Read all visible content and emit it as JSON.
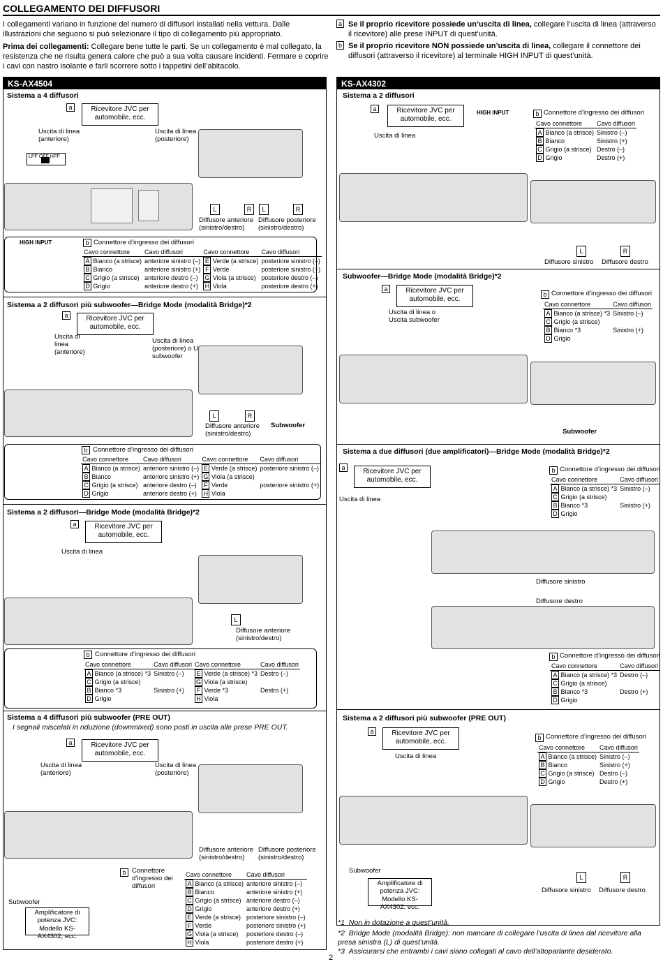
{
  "title": "COLLEGAMENTO DEI DIFFUSORI",
  "intro": {
    "p1": "I collegamenti variano in funzione del numero di diffusori installati nella vettura. Dalle illustrazioni che seguono si può selezionare il tipo di collegamento più appropriato.",
    "p2_bold": "Prima dei collegamenti:",
    "p2": " Collegare bene tutte le parti. Se un collegamento è mal collegato, la resistenza che ne risulta genera calore che può a sua volta causare incidenti. Fermare e coprire i cavi con nastro isolante e farli scorrere sotto i tappetini dell’abitacolo.",
    "a_bold": "Se il proprio ricevitore possiede un’uscita di linea,",
    "a": " collegare l’uscita di linea (attraverso il ricevitore) alle prese INPUT di quest’unità.",
    "b_bold": "Se il proprio ricevitore NON possiede un’uscita di linea,",
    "b": " collegare il connettore dei diffusori (attraverso il ricevitore) al terminale HIGH INPUT di quest’unità."
  },
  "left_panel": "KS-AX4504",
  "right_panel": "KS-AX4302",
  "common": {
    "receiver": "Ricevitore JVC per automobile, ecc.",
    "line_out": "Uscita di linea",
    "line_out_front": "Uscita di linea (anteriore)",
    "line_out_rear": "Uscita di linea (posteriore)",
    "line_out_rear_or_sub": "Uscita di linea (posteriore) o Uscita subwoofer",
    "line_out_or_sub": "Uscita di linea o Uscita subwoofer",
    "connector_title": "Connettore d’ingresso dei diffusori",
    "connector_title_split": "Connettore d’ingresso dei diffusori",
    "cavo_connettore": "Cavo connettore",
    "cavo_diffusori": "Cavo diffusori",
    "front_speaker": "Diffusore anteriore (sinistro/destro)",
    "rear_speaker": "Diffusore posteriore (sinistro/destro)",
    "subwoofer": "Subwoofer",
    "left_speaker": "Diffusore sinistro",
    "right_speaker": "Diffusore destro",
    "amp_model": "Amplificatore di potenza JVC: Modello KS-AX4302, ecc.",
    "high_input": "HIGH INPUT",
    "lpf_off_hpf": "LPF OFF HPF",
    "star1": "*1",
    "star3": "*3",
    "letter_a": "a",
    "letter_b": "b",
    "L": "L",
    "R": "R"
  },
  "wires4": {
    "left": [
      {
        "k": "A",
        "c": "Bianco (a strisce)",
        "d": "anteriore sinistro (–)"
      },
      {
        "k": "B",
        "c": "Bianco",
        "d": "anteriore sinistro (+)"
      },
      {
        "k": "C",
        "c": "Grigio (a strisce)",
        "d": "anteriore destro (–)"
      },
      {
        "k": "D",
        "c": "Grigio",
        "d": "anteriore destro (+)"
      }
    ],
    "right": [
      {
        "k": "E",
        "c": "Verde (a strisce)",
        "d": "posteriore sinistro (–)"
      },
      {
        "k": "F",
        "c": "Verde",
        "d": "posteriore sinistro (+)"
      },
      {
        "k": "G",
        "c": "Viola (a strisce)",
        "d": "posteriore destro (–)"
      },
      {
        "k": "H",
        "c": "Viola",
        "d": "posteriore destro (+)"
      }
    ]
  },
  "wires2": [
    {
      "k": "A",
      "c": "Bianco (a strisce)",
      "d": "Sinistro (–)"
    },
    {
      "k": "B",
      "c": "Bianco",
      "d": "Sinistro (+)"
    },
    {
      "k": "C",
      "c": "Grigio (a strisce)",
      "d": "Destro (–)"
    },
    {
      "k": "D",
      "c": "Grigio",
      "d": "Destro (+)"
    }
  ],
  "left_sections": {
    "s1": "Sistema a 4 diffusori",
    "s2": "Sistema a 2 diffusori più subwoofer—Bridge Mode (modalità Bridge)*2",
    "s3": "Sistema a 2 diffusori—Bridge Mode (modalità Bridge)*2",
    "s4": "Sistema a 4 diffusori più subwoofer (PRE OUT)",
    "s4_note": "I segnali miscelati in riduzione (downmixed) sono posti in uscita alle prese PRE OUT."
  },
  "right_sections": {
    "s1": "Sistema a 2 diffusori",
    "s2": "Subwoofer—Bridge Mode (modalità Bridge)*2",
    "s3": "Sistema a due diffusori (due amplificatori)—Bridge Mode (modalità Bridge)*2",
    "s4": "Sistema a 2 diffusori più subwoofer (PRE OUT)"
  },
  "bridge_rows": {
    "ac": "Bianco (a strisce)",
    "c": "Grigio (a strisce)",
    "b": "Bianco",
    "d": "Grigio",
    "minus_left": "Sinistro (–)",
    "plus_left": "Sinistro (+)",
    "e": "Verde (a strisce)",
    "g": "Viola (a strisce)",
    "f": "Verde",
    "h": "Viola",
    "destro_minus": "Destro (–)",
    "destro_plus": "Destro (+)",
    "rear_left_minus": "posteriore sinistro (–)",
    "rear_left_plus": "posteriore sinistro (+)",
    "front_left_minus": "anteriore sinistro (–)",
    "front_left_plus": "anteriore sinistro (+)",
    "front_right_minus": "anteriore destro (–)",
    "front_right_plus": "anteriore destro (+)"
  },
  "footnotes": [
    {
      "m": "*1",
      "t": "Non in dotazione a quest’unità."
    },
    {
      "m": "*2",
      "t": "Bridge Mode (modalità Bridge): non mancare di collegare l’uscita di linea dal ricevitore alla presa sinistra (L) di quest’unità."
    },
    {
      "m": "*3",
      "t": "Assicurarsi che entrambi i cavi siano collegati al cavo dell’altoparlante desiderato."
    }
  ],
  "page": "2"
}
